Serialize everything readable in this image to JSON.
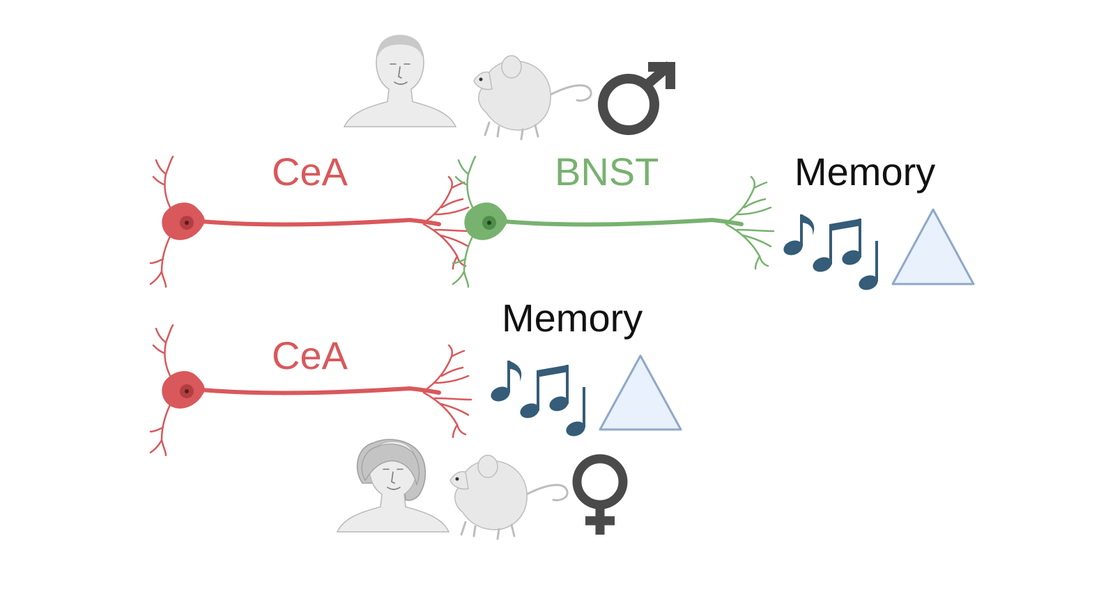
{
  "colors": {
    "cea": "#d9585b",
    "cea_dark": "#b23e42",
    "bnst": "#77b26f",
    "bnst_dark": "#4f8d49",
    "note": "#355c78",
    "triangle_fill": "#e8f1fc",
    "triangle_stroke": "#8ea8c8",
    "sex_symbol": "#4a4a4a",
    "figure_fill": "#e9e9e9",
    "figure_stroke": "#b5b5b5",
    "text": "#111111"
  },
  "male_row": {
    "cea_label": "CeA",
    "bnst_label": "BNST",
    "memory_label": "Memory",
    "icons": [
      "human-male-icon",
      "mouse-icon",
      "male-symbol-icon"
    ]
  },
  "female_row": {
    "cea_label": "CeA",
    "memory_label": "Memory",
    "icons": [
      "human-female-icon",
      "mouse-icon",
      "female-symbol-icon"
    ]
  },
  "memory_icons": [
    "music-notes-icon",
    "triangle-icon"
  ]
}
